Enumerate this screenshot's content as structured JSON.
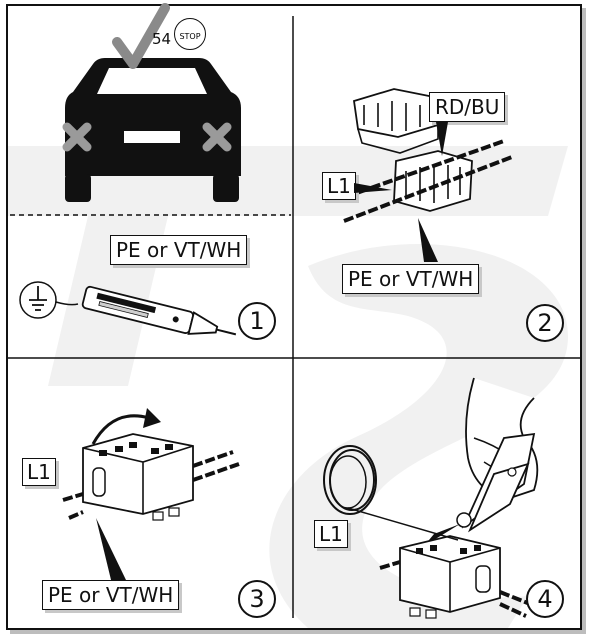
{
  "panel1": {
    "number": "54",
    "stop_sign": "STOP",
    "label_pe": "PE or VT/WH",
    "step": "1"
  },
  "panel2": {
    "label_rdbu": "RD/BU",
    "label_l1": "L1",
    "label_pe": "PE or VT/WH",
    "step": "2"
  },
  "panel3": {
    "label_l1": "L1",
    "label_pe": "PE or VT/WH",
    "step": "3"
  },
  "panel4": {
    "label_l1": "L1",
    "step": "4"
  },
  "colors": {
    "ink": "#111111",
    "cross": "#9a9a9a",
    "check": "#8a8a8a",
    "watermark": "#f1f1f1"
  },
  "icons": [
    "car-icon",
    "check-icon",
    "cross-icon",
    "stop-sign-icon",
    "ground-symbol-icon",
    "voltage-tester-icon",
    "connector-icon",
    "cable-coil-icon",
    "pliers-icon",
    "hand-icon"
  ]
}
